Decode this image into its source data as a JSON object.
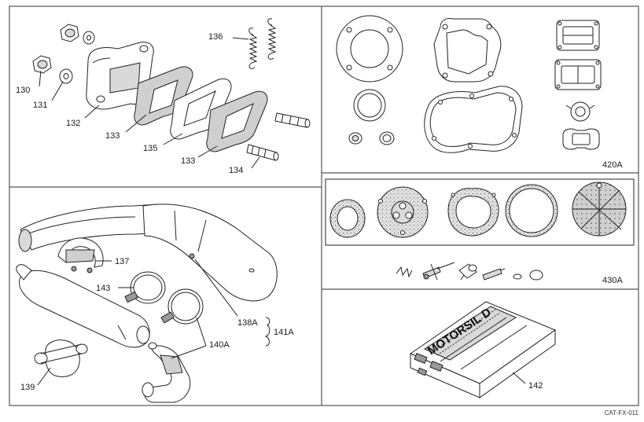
{
  "panels": {
    "engine": {
      "labels": {
        "p130": "130",
        "p131": "131",
        "p132": "132",
        "p133a": "133",
        "p135": "135",
        "p133b": "133",
        "p134": "134",
        "p136": "136"
      }
    },
    "gasket_kit": {
      "label": "420A"
    },
    "exhaust": {
      "labels": {
        "p137": "137",
        "p143": "143",
        "p138a": "138A",
        "p141a": "141A",
        "p140a": "140A",
        "p139": "139"
      }
    },
    "carb_kit": {
      "label": "430A"
    },
    "sealant": {
      "label": "142",
      "product_name": "MOTORSIL D"
    }
  },
  "catalog_code": "CAT-FX-011",
  "colors": {
    "line": "#222222",
    "gasket_fill": "#cfcfcf",
    "frame": "#555555"
  }
}
